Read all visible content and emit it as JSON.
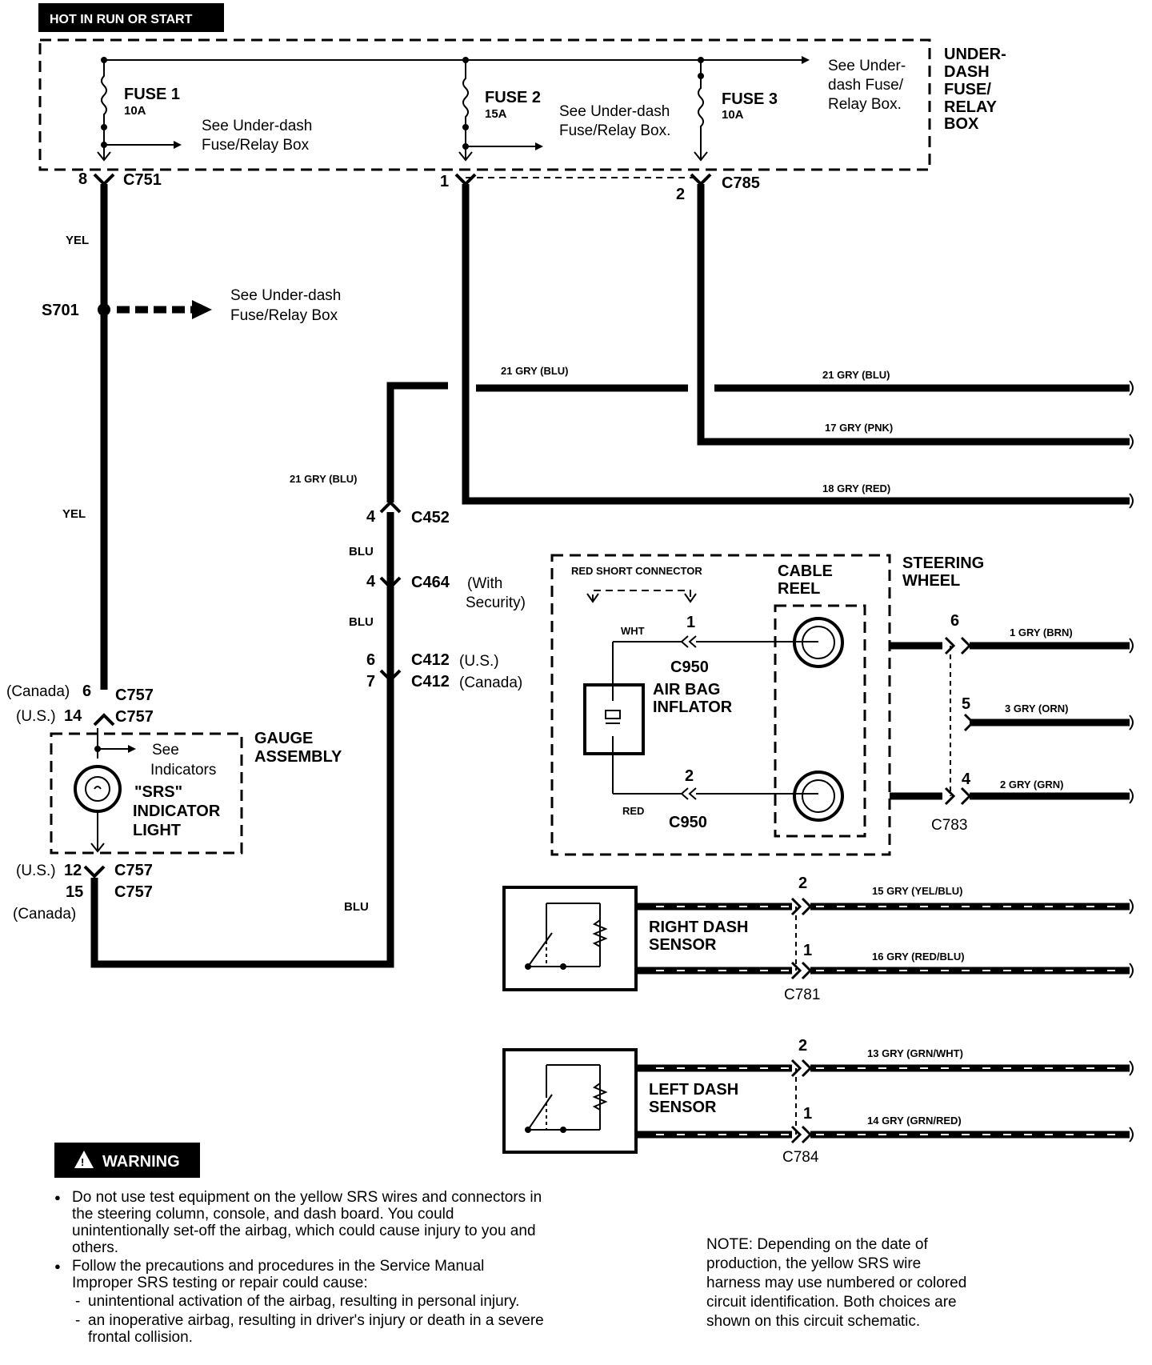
{
  "header": {
    "power_label": "HOT IN RUN OR START"
  },
  "fuse_box": {
    "title_lines": [
      "UNDER-",
      "DASH",
      "FUSE/",
      "RELAY",
      "BOX"
    ],
    "fuses": [
      {
        "name": "FUSE 1",
        "rating": "10A"
      },
      {
        "name": "FUSE 2",
        "rating": "15A"
      },
      {
        "name": "FUSE 3",
        "rating": "10A"
      }
    ],
    "ref1": [
      "See Under-dash",
      "Fuse/Relay Box"
    ],
    "ref2": [
      "See Under-dash",
      "Fuse/Relay Box."
    ],
    "ref3": [
      "See Under-",
      "dash Fuse/",
      "Relay Box."
    ]
  },
  "connectors": {
    "c751": {
      "id": "C751",
      "pin": "8"
    },
    "c785": {
      "id": "C785",
      "pin_a": "1",
      "pin_b": "2"
    },
    "s701": {
      "id": "S701",
      "ref": [
        "See Under-dash",
        "Fuse/Relay Box"
      ]
    },
    "c452": {
      "id": "C452",
      "pin": "4"
    },
    "c464": {
      "id": "C464",
      "pin": "4",
      "note": [
        "(With",
        "Security)"
      ]
    },
    "c412_us": {
      "id": "C412",
      "pin": "6",
      "note": "(U.S.)"
    },
    "c412_ca": {
      "id": "C412",
      "pin": "7",
      "note": "(Canada)"
    },
    "c757_top": [
      {
        "id": "C757",
        "pin": "6",
        "note": "(Canada)"
      },
      {
        "id": "C757",
        "pin": "14",
        "note": "(U.S.)"
      }
    ],
    "c757_bot": [
      {
        "id": "C757",
        "pin": "12",
        "note": "(U.S.)"
      },
      {
        "id": "C757",
        "pin": "15",
        "note": "(Canada)"
      }
    ],
    "c950_top": {
      "id": "C950",
      "pin": "1",
      "wire": "WHT"
    },
    "c950_bot": {
      "id": "C950",
      "pin": "2",
      "wire": "RED"
    },
    "c783": {
      "id": "C783",
      "pins": [
        "6",
        "5",
        "4"
      ]
    },
    "c781": {
      "id": "C781",
      "pins": [
        "2",
        "1"
      ]
    },
    "c784": {
      "id": "C784",
      "pins": [
        "2",
        "1"
      ]
    }
  },
  "wires": {
    "yel_1": "YEL",
    "yel_2": "YEL",
    "blu_1": "BLU",
    "blu_2": "BLU",
    "blu_3": "BLU",
    "w21_mid": "21 GRY (BLU)",
    "w21_right": "21 GRY (BLU)",
    "w21_left": "21 GRY (BLU)",
    "w17": "17 GRY (PNK)",
    "w18": "18 GRY (RED)",
    "w1": "1 GRY (BRN)",
    "w3": "3 GRY (ORN)",
    "w2": "2 GRY (GRN)",
    "w15": "15 GRY (YEL/BLU)",
    "w16": "16 GRY (RED/BLU)",
    "w13": "13 GRY (GRN/WHT)",
    "w14": "14 GRY (GRN/RED)"
  },
  "gauge": {
    "title_lines": [
      "GAUGE",
      "ASSEMBLY"
    ],
    "ref": [
      "See",
      "Indicators"
    ],
    "light_lines": [
      "\"SRS\"",
      "INDICATOR",
      "LIGHT"
    ]
  },
  "steering": {
    "title_lines": [
      "STEERING",
      "WHEEL"
    ],
    "short_connector": "RED SHORT CONNECTOR",
    "cable_reel_lines": [
      "CABLE",
      "REEL"
    ],
    "inflator_lines": [
      "AIR BAG",
      "INFLATOR"
    ]
  },
  "sensors": {
    "right_lines": [
      "RIGHT DASH",
      "SENSOR"
    ],
    "left_lines": [
      "LEFT DASH",
      "SENSOR"
    ]
  },
  "warning": {
    "title": "WARNING",
    "bullet1": "Do not use test equipment on the yellow SRS wires and connectors in the steering column, console, and dash board. You could unintentionally set-off the airbag, which could cause injury to you and others.",
    "bullet2": "Follow the precautions and procedures in the Service Manual Improper SRS testing or repair could cause:",
    "sub1": "unintentional activation of the airbag, resulting in personal injury.",
    "sub2": "an inoperative airbag, resulting in driver's injury or death in a severe frontal collision."
  },
  "note": "NOTE: Depending on the date of production, the yellow SRS wire harness may use numbered or colored circuit identification. Both choices are shown on this circuit schematic."
}
